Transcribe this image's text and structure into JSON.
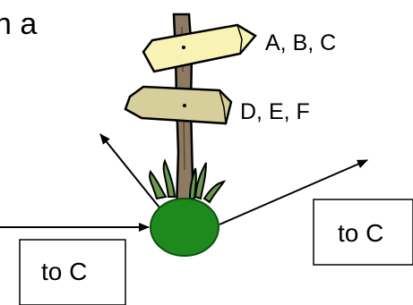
{
  "header": {
    "fragment": "n a"
  },
  "signpost": {
    "top_sign_label": "A, B, C",
    "bottom_sign_label": "D, E, F"
  },
  "boxes": {
    "left_box_label": "to C",
    "right_box_label": "to C"
  },
  "colors": {
    "node_fill": "#1e8a1e",
    "node_stroke": "#0f4f0f",
    "sign_fill": "#f8f2b4",
    "sign_lower_fill": "#d6cf9b",
    "post_fill": "#8c7b62",
    "grass": "#6a9a4e",
    "line": "#000000"
  }
}
